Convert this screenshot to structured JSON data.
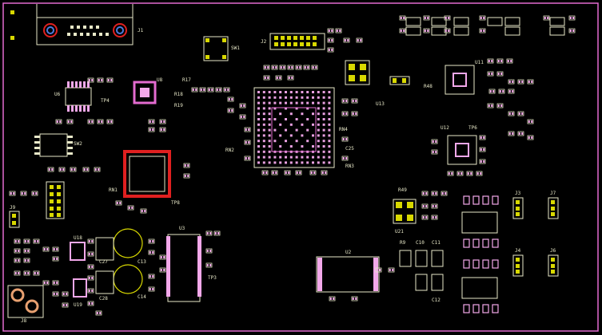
{
  "colors": {
    "background": "#000000",
    "outline": "#e36bd0",
    "silk": "#e8e8c8",
    "pad": "#e8a0e0",
    "pad_fill": "#f3a8ea",
    "mark": "#d8d800",
    "red": "#e02020",
    "orange": "#e89a10"
  },
  "labels": {
    "j1": "J1",
    "sw1": "SW1",
    "j2": "J2",
    "u6": "U6",
    "tp4": "TP4",
    "u8": "U8",
    "r17": "R17",
    "r18": "R18",
    "r19": "R19",
    "rn2": "RN2",
    "rn3": "RN3",
    "tp6": "TP6",
    "rn1": "RN1",
    "u13": "U13",
    "rn4": "RN4",
    "c25": "C25",
    "sw2": "SW2",
    "u11": "U11",
    "u12": "U12",
    "r48": "R48",
    "j9": "J9",
    "j8": "J8",
    "u18": "U18",
    "u19": "U19",
    "c13": "C13",
    "c14": "C14",
    "c27": "C27",
    "c28": "C28",
    "u2": "U2",
    "tp3": "TP3",
    "u3": "U3",
    "u21": "U21",
    "j3": "J3",
    "j7": "J7",
    "j4": "J4",
    "j6": "J6",
    "tp8": "TP8",
    "r49": "R49",
    "r9": "R9",
    "c10": "C10",
    "c11": "C11",
    "c12": "C12"
  }
}
